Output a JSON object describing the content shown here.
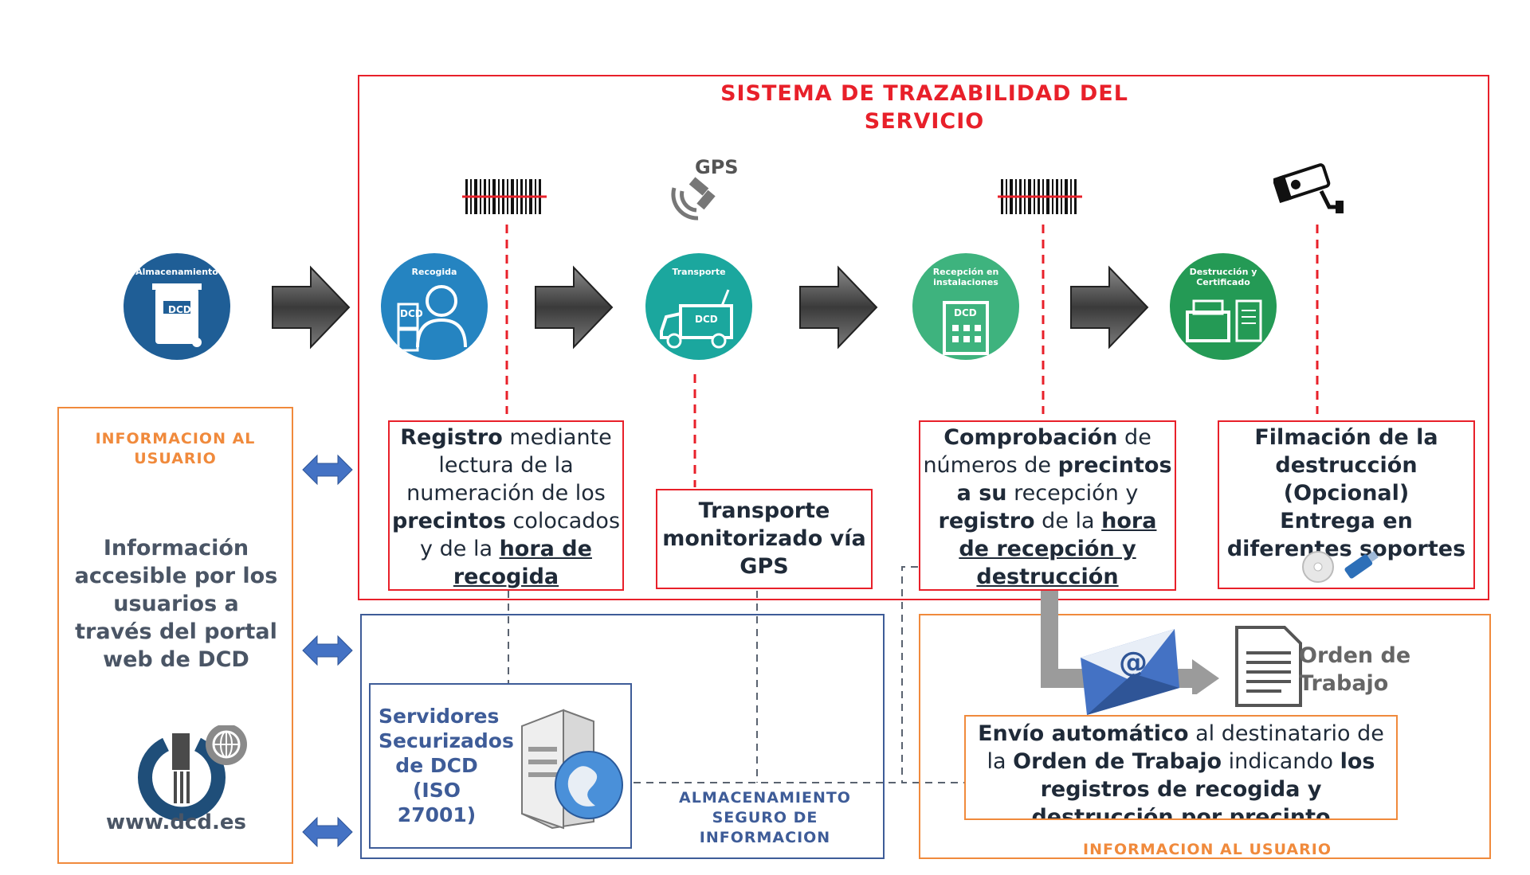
{
  "title": "SISTEMA DE TRAZABILIDAD DEL SERVICIO",
  "stages": [
    {
      "label": "Almacenamiento",
      "color": "#1f5e96"
    },
    {
      "label": "Recogida",
      "color": "#2584c1"
    },
    {
      "label": "Transporte",
      "color": "#1ba79e"
    },
    {
      "label": "Recepción en instalaciones",
      "color": "#3eb37e"
    },
    {
      "label": "Destrucción y Certificado",
      "color": "#249a55"
    }
  ],
  "stage_badge": "DCD",
  "gps_label": "GPS",
  "boxes": {
    "registro": {
      "b1": "Registro",
      "t1": " mediante lectura de la numeración de los ",
      "b2": "precintos",
      "t2": " colocados y de la ",
      "u1": "hora de recogida"
    },
    "transporte": {
      "text": "Transporte monitorizado vía GPS"
    },
    "comprobacion": {
      "b1": "Comprobación",
      "t1": " de números de ",
      "b2": "precintos a su",
      "t2": " recepción y ",
      "b3": "registro",
      "t3": " de la ",
      "u1": "hora de recepción y destrucción"
    },
    "filmacion": {
      "l1": "Filmación de la destrucción (Opcional)",
      "l2": "Entrega en diferentes soportes"
    }
  },
  "left_panel": {
    "title": "INFORMACION AL USUARIO",
    "text": "Información accesible por los usuarios a través del portal web de DCD",
    "url": "www.dcd.es"
  },
  "storage": {
    "server_text": "Servidores Securizados de DCD (ISO 27001)",
    "title": "ALMACENAMIENTO SEGURO DE INFORMACION"
  },
  "right_panel": {
    "orden": "Orden de Trabajo",
    "envio": {
      "b1": "Envío automático",
      "t1": " al destinatario de la ",
      "b2": "Orden de Trabajo",
      "t2": " indicando ",
      "b3": "los registros de recogida y destrucción por precinto"
    },
    "title": "INFORMACION AL USUARIO"
  },
  "colors": {
    "red": "#e8202a",
    "orange": "#f08a3c",
    "navy": "#3e5c98",
    "arrow": "#4a4a4a",
    "blue_arrow": "#4472c4"
  }
}
